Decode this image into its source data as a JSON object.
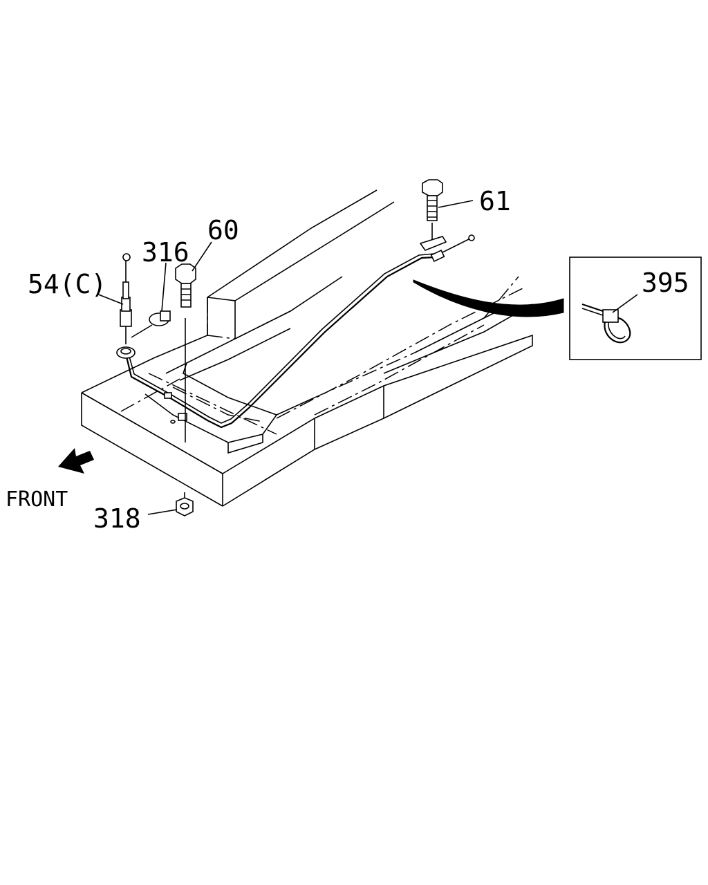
{
  "diagram": {
    "callouts": {
      "part_61": "61",
      "part_60": "60",
      "part_316": "316",
      "part_54c": "54(C)",
      "part_395": "395",
      "part_318": "318"
    },
    "direction_label": "FRONT"
  }
}
